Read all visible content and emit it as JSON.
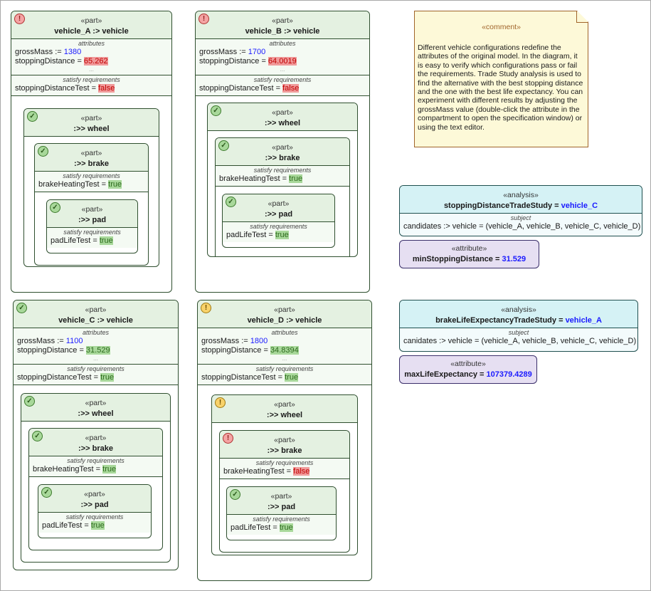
{
  "vehicles": [
    {
      "status": "error",
      "stereotype": "«part»",
      "name": "vehicle_A :> vehicle",
      "attributes_label": "attributes",
      "attributes": [
        {
          "name": "grossMass := ",
          "value": "1380",
          "style": "blue"
        },
        {
          "name": "stoppingDistance = ",
          "value": "65.262",
          "style": "hl-red"
        }
      ],
      "more": "...",
      "satisfy_label": "satisfy requirements",
      "satisfy": [
        {
          "name": "stoppingDistanceTest = ",
          "value": "false",
          "style": "hl-red"
        }
      ],
      "wheel": {
        "status": "ok",
        "stereotype": "«part»",
        "name": ":>> wheel",
        "brake": {
          "status": "ok",
          "stereotype": "«part»",
          "name": ":>> brake",
          "satisfy_label": "satisfy requirements",
          "satisfy": [
            {
              "name": "brakeHeatingTest = ",
              "value": "true",
              "style": "hl-green"
            }
          ],
          "pad": {
            "status": "ok",
            "stereotype": "«part»",
            "name": ":>> pad",
            "satisfy_label": "satisfy requirements",
            "satisfy": [
              {
                "name": "padLifeTest = ",
                "value": "true",
                "style": "hl-green"
              }
            ]
          }
        }
      }
    },
    {
      "status": "error",
      "stereotype": "«part»",
      "name": "vehicle_B :> vehicle",
      "attributes_label": "attributes",
      "attributes": [
        {
          "name": "grossMass := ",
          "value": "1700",
          "style": "blue"
        },
        {
          "name": "stoppingDistance = ",
          "value": "64.0019",
          "style": "hl-red"
        }
      ],
      "more": "...",
      "satisfy_label": "satisfy requirements",
      "satisfy": [
        {
          "name": "stoppingDistanceTest = ",
          "value": "false",
          "style": "hl-red"
        }
      ],
      "wheel": {
        "status": "ok",
        "stereotype": "«part»",
        "name": ":>> wheel",
        "brake": {
          "status": "ok",
          "stereotype": "«part»",
          "name": ":>> brake",
          "satisfy_label": "satisfy requirements",
          "satisfy": [
            {
              "name": "brakeHeatingTest = ",
              "value": "true",
              "style": "hl-green"
            }
          ],
          "pad": {
            "status": "ok",
            "stereotype": "«part»",
            "name": ":>> pad",
            "satisfy_label": "satisfy requirements",
            "satisfy": [
              {
                "name": "padLifeTest = ",
                "value": "true",
                "style": "hl-green"
              }
            ]
          }
        }
      }
    },
    {
      "status": "ok",
      "stereotype": "«part»",
      "name": "vehicle_C :> vehicle",
      "attributes_label": "attributes",
      "attributes": [
        {
          "name": "grossMass := ",
          "value": "1100",
          "style": "blue"
        },
        {
          "name": "stoppingDistance = ",
          "value": "31.529",
          "style": "hl-green"
        }
      ],
      "more": "...",
      "satisfy_label": "satisfy requirements",
      "satisfy": [
        {
          "name": "stoppingDistanceTest = ",
          "value": "true",
          "style": "hl-green"
        }
      ],
      "wheel": {
        "status": "ok",
        "stereotype": "«part»",
        "name": ":>> wheel",
        "brake": {
          "status": "ok",
          "stereotype": "«part»",
          "name": ":>> brake",
          "satisfy_label": "satisfy requirements",
          "satisfy": [
            {
              "name": "brakeHeatingTest = ",
              "value": "true",
              "style": "hl-green"
            }
          ],
          "pad": {
            "status": "ok",
            "stereotype": "«part»",
            "name": ":>> pad",
            "satisfy_label": "satisfy requirements",
            "satisfy": [
              {
                "name": "padLifeTest = ",
                "value": "true",
                "style": "hl-green"
              }
            ]
          }
        }
      }
    },
    {
      "status": "warn",
      "stereotype": "«part»",
      "name": "vehicle_D :> vehicle",
      "attributes_label": "attributes",
      "attributes": [
        {
          "name": "grossMass := ",
          "value": "1800",
          "style": "blue"
        },
        {
          "name": "stoppingDistance = ",
          "value": "34.8394",
          "style": "hl-green"
        }
      ],
      "more": "...",
      "satisfy_label": "satisfy requirements",
      "satisfy": [
        {
          "name": "stoppingDistanceTest = ",
          "value": "true",
          "style": "hl-green"
        }
      ],
      "wheel": {
        "status": "warn",
        "stereotype": "«part»",
        "name": ":>> wheel",
        "brake": {
          "status": "error",
          "stereotype": "«part»",
          "name": ":>> brake",
          "satisfy_label": "satisfy requirements",
          "satisfy": [
            {
              "name": "brakeHeatingTest = ",
              "value": "false",
              "style": "hl-red"
            }
          ],
          "pad": {
            "status": "ok",
            "stereotype": "«part»",
            "name": ":>> pad",
            "satisfy_label": "satisfy requirements",
            "satisfy": [
              {
                "name": "padLifeTest = ",
                "value": "true",
                "style": "hl-green"
              }
            ]
          }
        }
      }
    }
  ],
  "comment": {
    "stereotype": "«comment»",
    "text": "Different vehicle configurations redefine the attributes of the original model. In the diagram, it is easy to verify which configurations pass or fail the requirements. Trade Study analysis is used to find the alternative with the best stopping distance and the one with the best life expectancy. You can experiment with different results by adjusting the grossMass value (double-click the attribute in the compartment to open the specification window) or using the text editor."
  },
  "analyses": [
    {
      "stereotype": "«analysis»",
      "name": "stoppingDistanceTradeStudy = ",
      "result": "vehicle_C",
      "subject_label": "subject",
      "subject": "candidates :> vehicle = (vehicle_A, vehicle_B, vehicle_C, vehicle_D)",
      "attribute": {
        "stereotype": "«attribute»",
        "name": "minStoppingDistance = ",
        "value": "31.529"
      }
    },
    {
      "stereotype": "«analysis»",
      "name": "brakeLifeExpectancyTradeStudy = ",
      "result": "vehicle_A",
      "subject_label": "subject",
      "subject": "canidates :> vehicle = (vehicle_A, vehicle_B, vehicle_C, vehicle_D)",
      "attribute": {
        "stereotype": "«attribute»",
        "name": "maxLifeExpectancy = ",
        "value": "107379.4289"
      }
    }
  ],
  "status_icons": {
    "error": "!",
    "ok": "✓",
    "warn": "!"
  },
  "colors": {
    "part_header": "#e4f1e1",
    "pass": "#a8d89a",
    "fail": "#f09a9a",
    "analysis_header": "#d5f2f5",
    "attribute_fill": "#e6dff2",
    "comment_fill": "#fdf9d8",
    "value_blue": "#1a1aff"
  }
}
